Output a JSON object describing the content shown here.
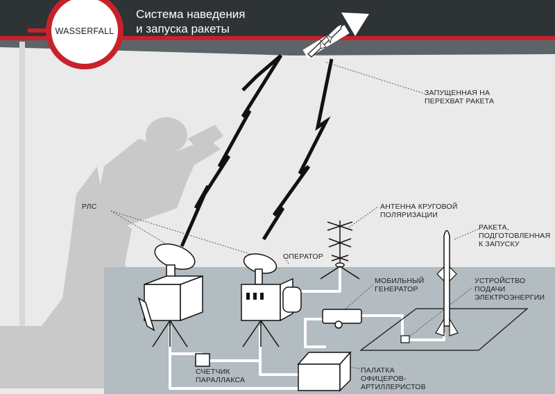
{
  "badge": {
    "text": "WASSERFALL"
  },
  "title": {
    "line1": "Система наведения",
    "line2": "и запуска ракеты"
  },
  "labels": {
    "rocket_launched": [
      "ЗАПУЩЕННАЯ НА",
      "ПЕРЕХВАТ РАКЕТА"
    ],
    "radar": [
      "РЛС"
    ],
    "antenna": [
      "АНТЕННА КРУГОВОЙ",
      "ПОЛЯРИЗАЦИИ"
    ],
    "rocket_ready": [
      "РАКЕТА,",
      "ПОДГОТОВЛЕННАЯ",
      "К ЗАПУСКУ"
    ],
    "operator": [
      "ОПЕРАТОР"
    ],
    "generator": [
      "МОБИЛЬНЫЙ",
      "ГЕНЕРАТОР"
    ],
    "power_device": [
      "УСТРОЙСТВО",
      "ПОДАЧИ",
      "ЭЛЕКТРОЭНЕРГИИ"
    ],
    "parallax": [
      "СЧЕТЧИК",
      "ПАРАЛЛАКСА"
    ],
    "tent": [
      "ПАЛАТКА",
      "ОФИЦЕРОВ-",
      "АРТИЛЛЕРИСТОВ"
    ]
  },
  "colors": {
    "background": "#eaeaea",
    "ground": "#b2bcc1",
    "banner": "#2e3336",
    "band": "#5c6467",
    "accent": "#c7222a",
    "silhouette": "#c9c9c9"
  }
}
